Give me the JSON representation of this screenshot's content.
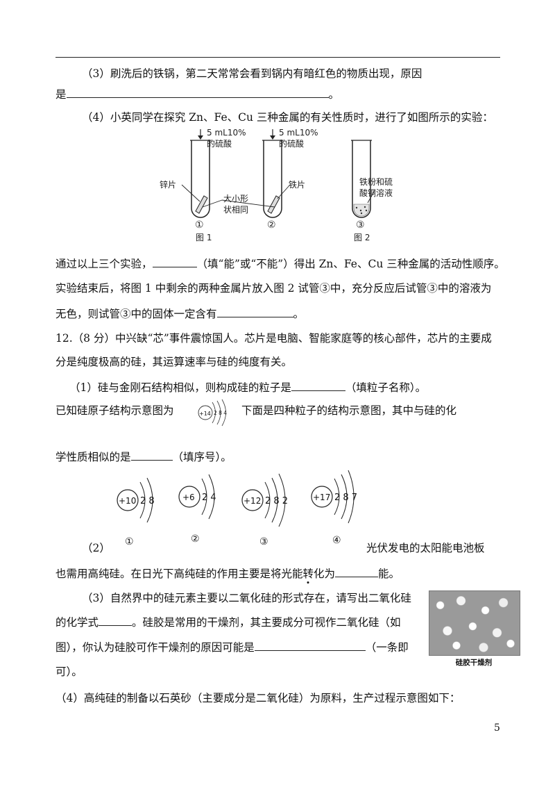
{
  "q3_line1": "（3）刷洗后的铁锅，第二天常常会看到锅内有暗红色的物质出现，原因",
  "q3_line2_prefix": "是",
  "q3_line2_suffix": "。",
  "q4_intro": "（4）小英同学在探究 Zn、Fe、Cu 三种金属的有关性质时，进行了如图所示的实验：",
  "figure": {
    "acid_label_1": "5 mL10%",
    "acid_label_2": "的硫酸",
    "zinc": "锌片",
    "same_size_1": "大小形",
    "same_size_2": "状相同",
    "iron": "铁片",
    "powder_1": "铁粉和硫",
    "powder_2": "酸铜溶液",
    "tube1": "①",
    "tube2": "②",
    "tube3": "③",
    "fig1": "图 1",
    "fig2": "图 2"
  },
  "para1_a": "通过以上三个实验，",
  "para1_b": "（填“能”或“不能”）得出 Zn、Fe、Cu 三种金属的活动性顺序。",
  "para2": "实验结束后，将图 1 中剩余的两种金属片放入图 2 试管③中，充分反应后试管③中的溶液为",
  "para3_a": "无色，则试管③中的固体一定含有",
  "para3_b": "。",
  "q12_line1": "12.（8 分）中兴缺“芯”事件震惊国人。芯片是电脑、智能家庭等的核心部件，芯片的主要成",
  "q12_line2": "分是纯度极高的硅，其运算速率与硅的纯度有关。",
  "q12_1_a": "（1）硅与金刚石结构相似，则构成硅的粒子是",
  "q12_1_b": "（填粒子名称）。",
  "si_a": "已知硅原子结构示意图为",
  "si_b": "下面是四种粒子的结构示意图，其中与硅的化",
  "si_nucleus": "+14",
  "si_shells": "2 8 4",
  "q12_sel_a": "学性质相似的是",
  "q12_sel_b": "（填序号）。",
  "atoms": [
    {
      "nucleus": "+10",
      "shells": "2 8",
      "label": "①"
    },
    {
      "nucleus": "+6",
      "shells": "2 4",
      "label": "②"
    },
    {
      "nucleus": "+12",
      "shells": "2 8 2",
      "label": "③"
    },
    {
      "nucleus": "+17",
      "shells": "2 8 7",
      "label": "④"
    }
  ],
  "q12_2_num": "（2）",
  "q12_2_a": "光伏发电的太阳能电池板",
  "q12_2_b1": "也需用高纯硅。在日光下高纯硅的作用主要是将光能",
  "q12_2_b2": "转",
  "q12_2_b3": "化为",
  "q12_2_b4": "能。",
  "q12_3_l1": "（3）自然界中的硅元素主要以二氧化硅的形式存在，请写出二氧化硅",
  "q12_3_l2a": "的化学式",
  "q12_3_l2b": "。硅胶是常用的干燥剂，其主要成分可视作二氧化硅（如",
  "q12_3_l3a": "图），你认为硅胶可作干燥剂的原因可能是",
  "q12_3_l3b": "（一条即",
  "q12_3_l4": "可）。",
  "photo_caption": "硅胶干燥剂",
  "q12_4": "（4）高纯硅的制备以石英砂（主要成分是二氧化硅）为原料，生产过程示意图如下：",
  "page_number": "5"
}
